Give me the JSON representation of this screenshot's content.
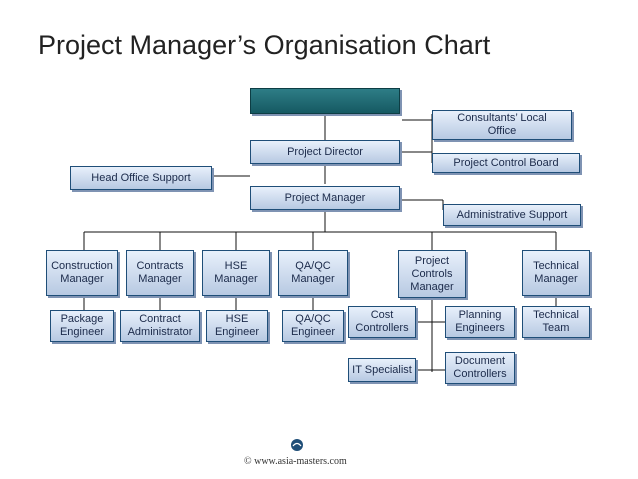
{
  "title": "Project Manager’s Organisation Chart",
  "boxes": {
    "top": "",
    "consultants": "Consultants’ Local\nOffice",
    "director": "Project Director",
    "control_board": "Project Control Board",
    "head_office": "Head Office Support",
    "manager": "Project Manager",
    "admin": "Administrative Support",
    "construction": "Construction\nManager",
    "contracts": "Contracts\nManager",
    "hse_manager": "HSE\nManager",
    "qaqc_manager": "QA/QC\nManager",
    "controls": "Project\nControls\nManager",
    "technical_manager": "Technical\nManager",
    "package_engineer": "Package\nEngineer",
    "contract_admin": "Contract\nAdministrator",
    "hse_engineer": "HSE\nEngineer",
    "qaqc_engineer": "QA/QC\nEngineer",
    "cost_controllers": "Cost\nControllers",
    "planning_engineers": "Planning\nEngineers",
    "technical_team": "Technical\nTeam",
    "it_specialist": "IT Specialist",
    "document_controllers": "Document\nControllers"
  },
  "footer": "© www.asia-masters.com",
  "colors": {
    "box_top": "#e8f0fb",
    "box_bottom": "#b7c9e2",
    "border": "#1f4e78",
    "dark_box": "#1e6b74"
  }
}
